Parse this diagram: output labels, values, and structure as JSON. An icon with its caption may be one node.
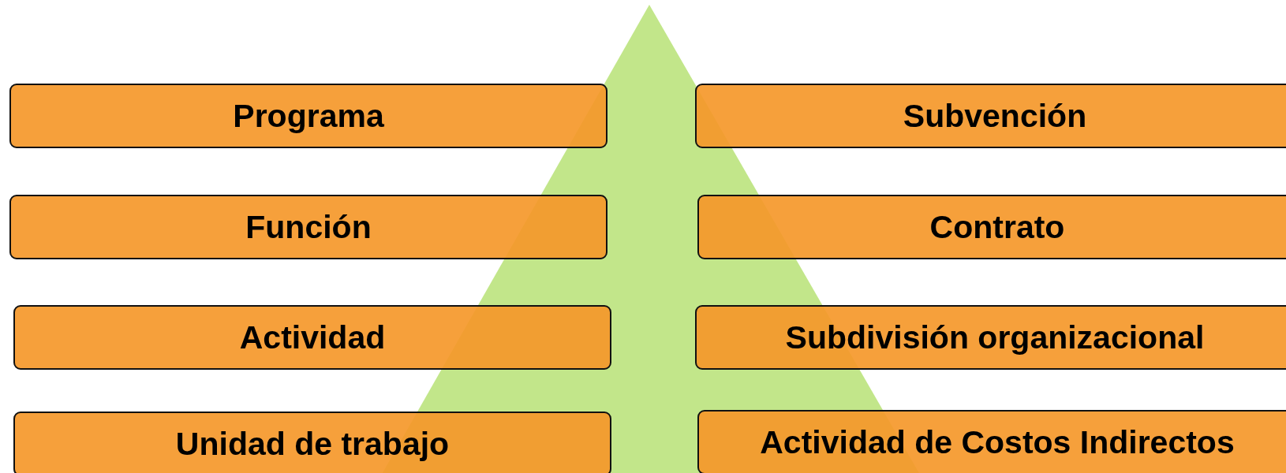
{
  "diagram": {
    "nodes": [
      {
        "text": [
          "Programa"
        ]
      },
      {
        "text": [
          "Subvención"
        ]
      },
      {
        "text": [
          "Función"
        ]
      },
      {
        "text": [
          "Contrato"
        ]
      },
      {
        "text": [
          "Actividad"
        ]
      },
      {
        "text": [
          "Subdivisión organizacional"
        ]
      },
      {
        "text": [
          "Unidad de trabajo"
        ]
      },
      {
        "text": [
          "Actividad de Costos Indirectos"
        ]
      }
    ]
  }
}
